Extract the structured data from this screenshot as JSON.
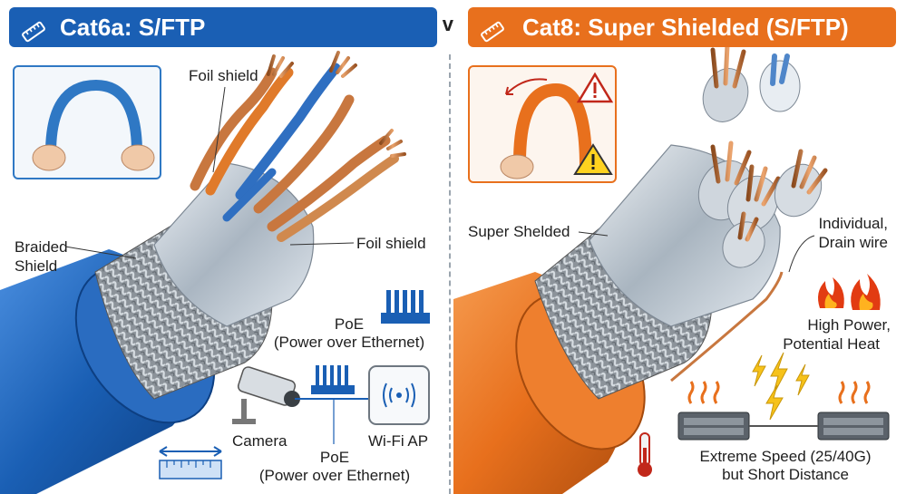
{
  "header": {
    "left_title": "Cat6a: S/FTP",
    "vs": "vs",
    "right_title": "Cat8: Super Shielded (S/FTP)"
  },
  "left": {
    "labels": {
      "foil_top": "Foil shield",
      "foil_right": "Foil shield",
      "braided_1": "Braided",
      "braided_2": "Shield",
      "poe_top_1": "PoE",
      "poe_top_2": "(Power over Ethernet)",
      "camera": "Camera",
      "wifi_ap": "Wi-Fi AP",
      "poe_bottom_1": "PoE",
      "poe_bottom_2": "(Power over Ethernet)"
    }
  },
  "right": {
    "labels": {
      "super_shielded": "Super Shelded",
      "drain_1": "Individual,",
      "drain_2": "Drain wire",
      "heat_1": "High Power,",
      "heat_2": "Potential Heat",
      "speed_1": "Extreme Speed (25/40G)",
      "speed_2": "but Short Distance"
    }
  },
  "colors": {
    "cat6a_blue": "#1a5fb4",
    "cat8_orange": "#e8701d",
    "copper": "#c8773f",
    "foil": "#c9d3dc"
  },
  "icons": {
    "banner_left": "ruler-icon",
    "banner_right": "ruler-icon",
    "inset_right_warning": "warning-icon",
    "thermometer": "thermometer-icon",
    "flame": "flame-icon",
    "lightning": "lightning-icon",
    "wifi": "wifi-signal-icon",
    "camera": "security-camera-icon",
    "switch": "network-switch-icon",
    "poe": "poe-connector-icon"
  }
}
